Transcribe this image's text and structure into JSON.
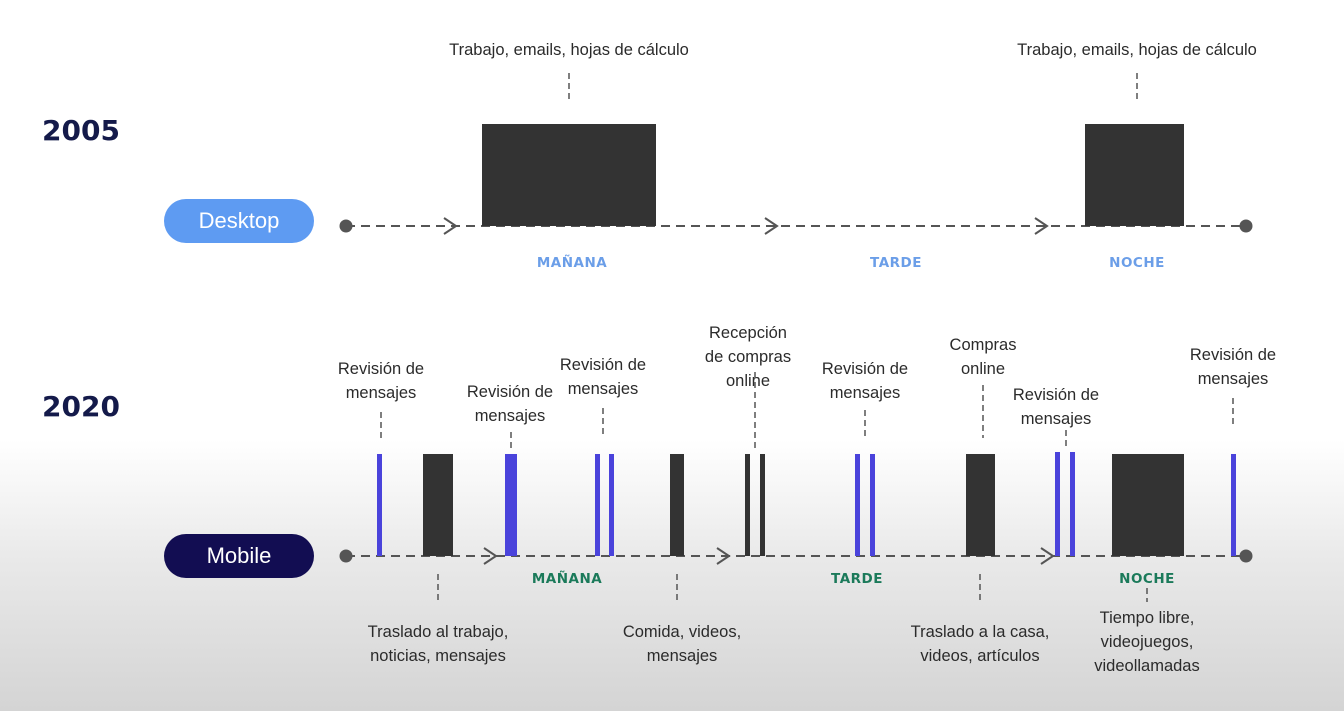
{
  "colors": {
    "desktop_pill": "#5e9bf2",
    "mobile_pill": "#120d52",
    "block": "#333333",
    "accent": "#4a43db",
    "desktop_phase": "#6b9ee8",
    "mobile_phase": "#1b7a5a",
    "line": "#555555"
  },
  "rows": [
    {
      "year": "2005",
      "device": "Desktop",
      "phases": [
        "MAÑANA",
        "TARDE",
        "NOCHE"
      ],
      "annotations_top": [
        {
          "text": "Trabajo, emails, hojas de cálculo"
        },
        {
          "text": "Trabajo, emails, hojas de cálculo"
        }
      ]
    },
    {
      "year": "2020",
      "device": "Mobile",
      "phases": [
        "MAÑANA",
        "TARDE",
        "NOCHE"
      ],
      "annotations_top": [
        {
          "text": "Revisión de\nmensajes"
        },
        {
          "text": "Revisión de\nmensajes"
        },
        {
          "text": "Revisión de\nmensajes"
        },
        {
          "text": "Recepción\nde compras\nonline"
        },
        {
          "text": "Revisión de\nmensajes"
        },
        {
          "text": "Compras\nonline"
        },
        {
          "text": "Revisión de\nmensajes"
        },
        {
          "text": "Revisión de\nmensajes"
        }
      ],
      "annotations_bottom": [
        {
          "text": "Traslado al trabajo,\nnoticias, mensajes"
        },
        {
          "text": "Comida, videos,\nmensajes"
        },
        {
          "text": "Traslado a la casa,\nvideos, artículos"
        },
        {
          "text": "Tiempo libre,\nvideojuegos,\nvideollamadas"
        }
      ]
    }
  ]
}
